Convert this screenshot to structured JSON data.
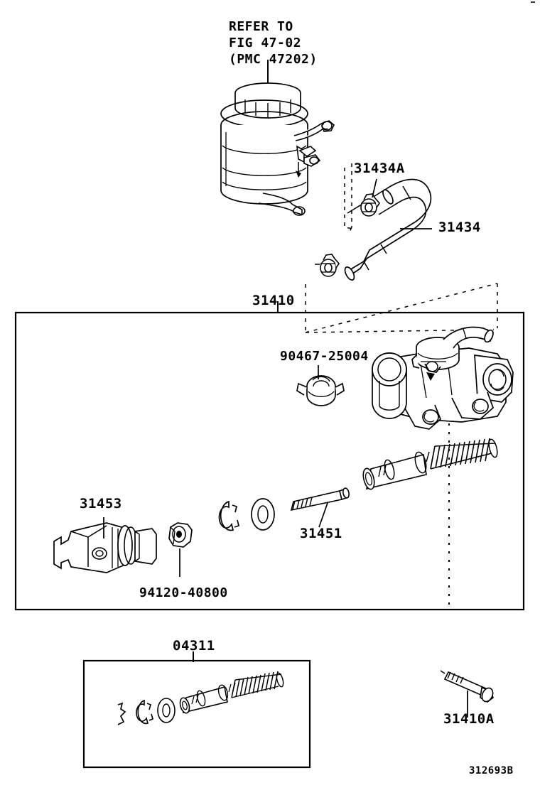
{
  "figure": {
    "code": "312693B",
    "refer_note": "REFER TO\nFIG 47-02\n(PMC 47202)"
  },
  "labels": {
    "hose_clamp_upper": "31434A",
    "hose": "31434",
    "assembly_box": "31410",
    "clip": "90467-25004",
    "clevis": "31453",
    "nut": "94120-40800",
    "pushrod": "31451",
    "repair_kit": "04311",
    "bolt": "31410A"
  },
  "parts": [
    {
      "number": "31434A",
      "name": "hose-clamp",
      "group": "reservoir-hose"
    },
    {
      "number": "31434",
      "name": "reservoir-hose",
      "group": "reservoir-hose"
    },
    {
      "number": "31410",
      "name": "clutch-master-cylinder-assembly",
      "group": "main-box"
    },
    {
      "number": "90467-25004",
      "name": "retaining-clip",
      "group": "main-box"
    },
    {
      "number": "31453",
      "name": "clevis-yoke",
      "group": "main-box"
    },
    {
      "number": "94120-40800",
      "name": "lock-nut",
      "group": "main-box"
    },
    {
      "number": "31451",
      "name": "push-rod",
      "group": "main-box"
    },
    {
      "number": "04311",
      "name": "master-cylinder-repair-kit",
      "group": "repair-kit-box"
    },
    {
      "number": "31410A",
      "name": "reservoir-mount-bolt",
      "group": "loose-part"
    }
  ],
  "colors": {
    "line": "#000000",
    "background": "#ffffff"
  }
}
